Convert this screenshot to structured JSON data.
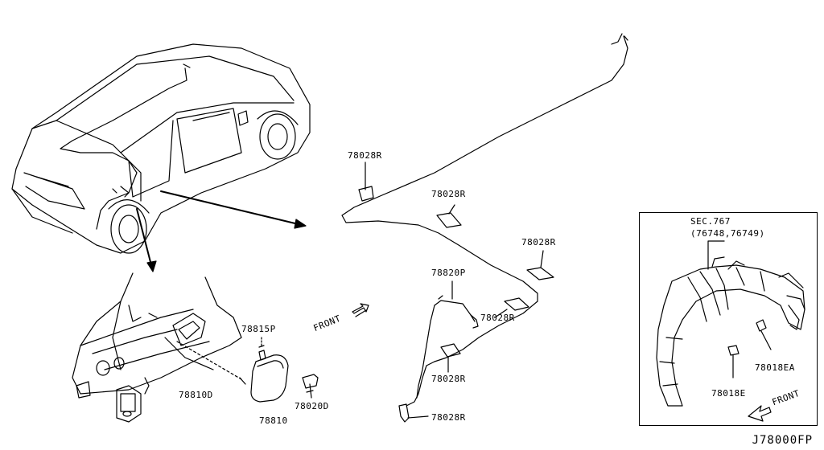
{
  "labels": {
    "r1": "78028R",
    "r2": "78028R",
    "r3": "78028R",
    "r4": "78028R",
    "r5": "78028R",
    "r6": "78028R",
    "p78820p": "78820P",
    "p78815p": "78815P",
    "p78810d": "78810D",
    "p78810": "78810",
    "p78020d": "78020D",
    "front1": "FRONT",
    "front2": "FRONT",
    "sec": "SEC.767",
    "sec_parts": "(76748,76749)",
    "p78018ea": "78018EA",
    "p78018e": "78018E"
  },
  "diagram_code": "J78000FP",
  "icons": [
    "car-body",
    "fuel-filler-area",
    "lid-opener-cable",
    "fuel-filler-lid",
    "wheel-housing-protector",
    "front-arrow"
  ]
}
